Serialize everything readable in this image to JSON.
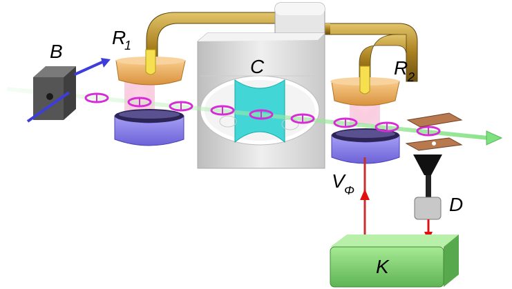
{
  "labels": {
    "B": "B",
    "R1_main": "R",
    "R1_sub": "1",
    "C": "C",
    "R2_main": "R",
    "R2_sub": "2",
    "V_main": "V",
    "V_sub": "Φ",
    "D": "D",
    "K": "K"
  },
  "colors": {
    "beam": "#9be89b",
    "atom_ring": "#d62bd6",
    "pipe": "#b08a2a",
    "cavity": "#d8d8d8",
    "cavity_mode": "#27d3d3",
    "zone_top": "#f2b56b",
    "zone_bottom": "#8c84e8",
    "box_K": "#7fd46f",
    "box_B": "#555555",
    "signal_arrow": "#e01010"
  },
  "icons": [
    "magnetic-field-arrow-icon",
    "detector-funnel-icon"
  ]
}
